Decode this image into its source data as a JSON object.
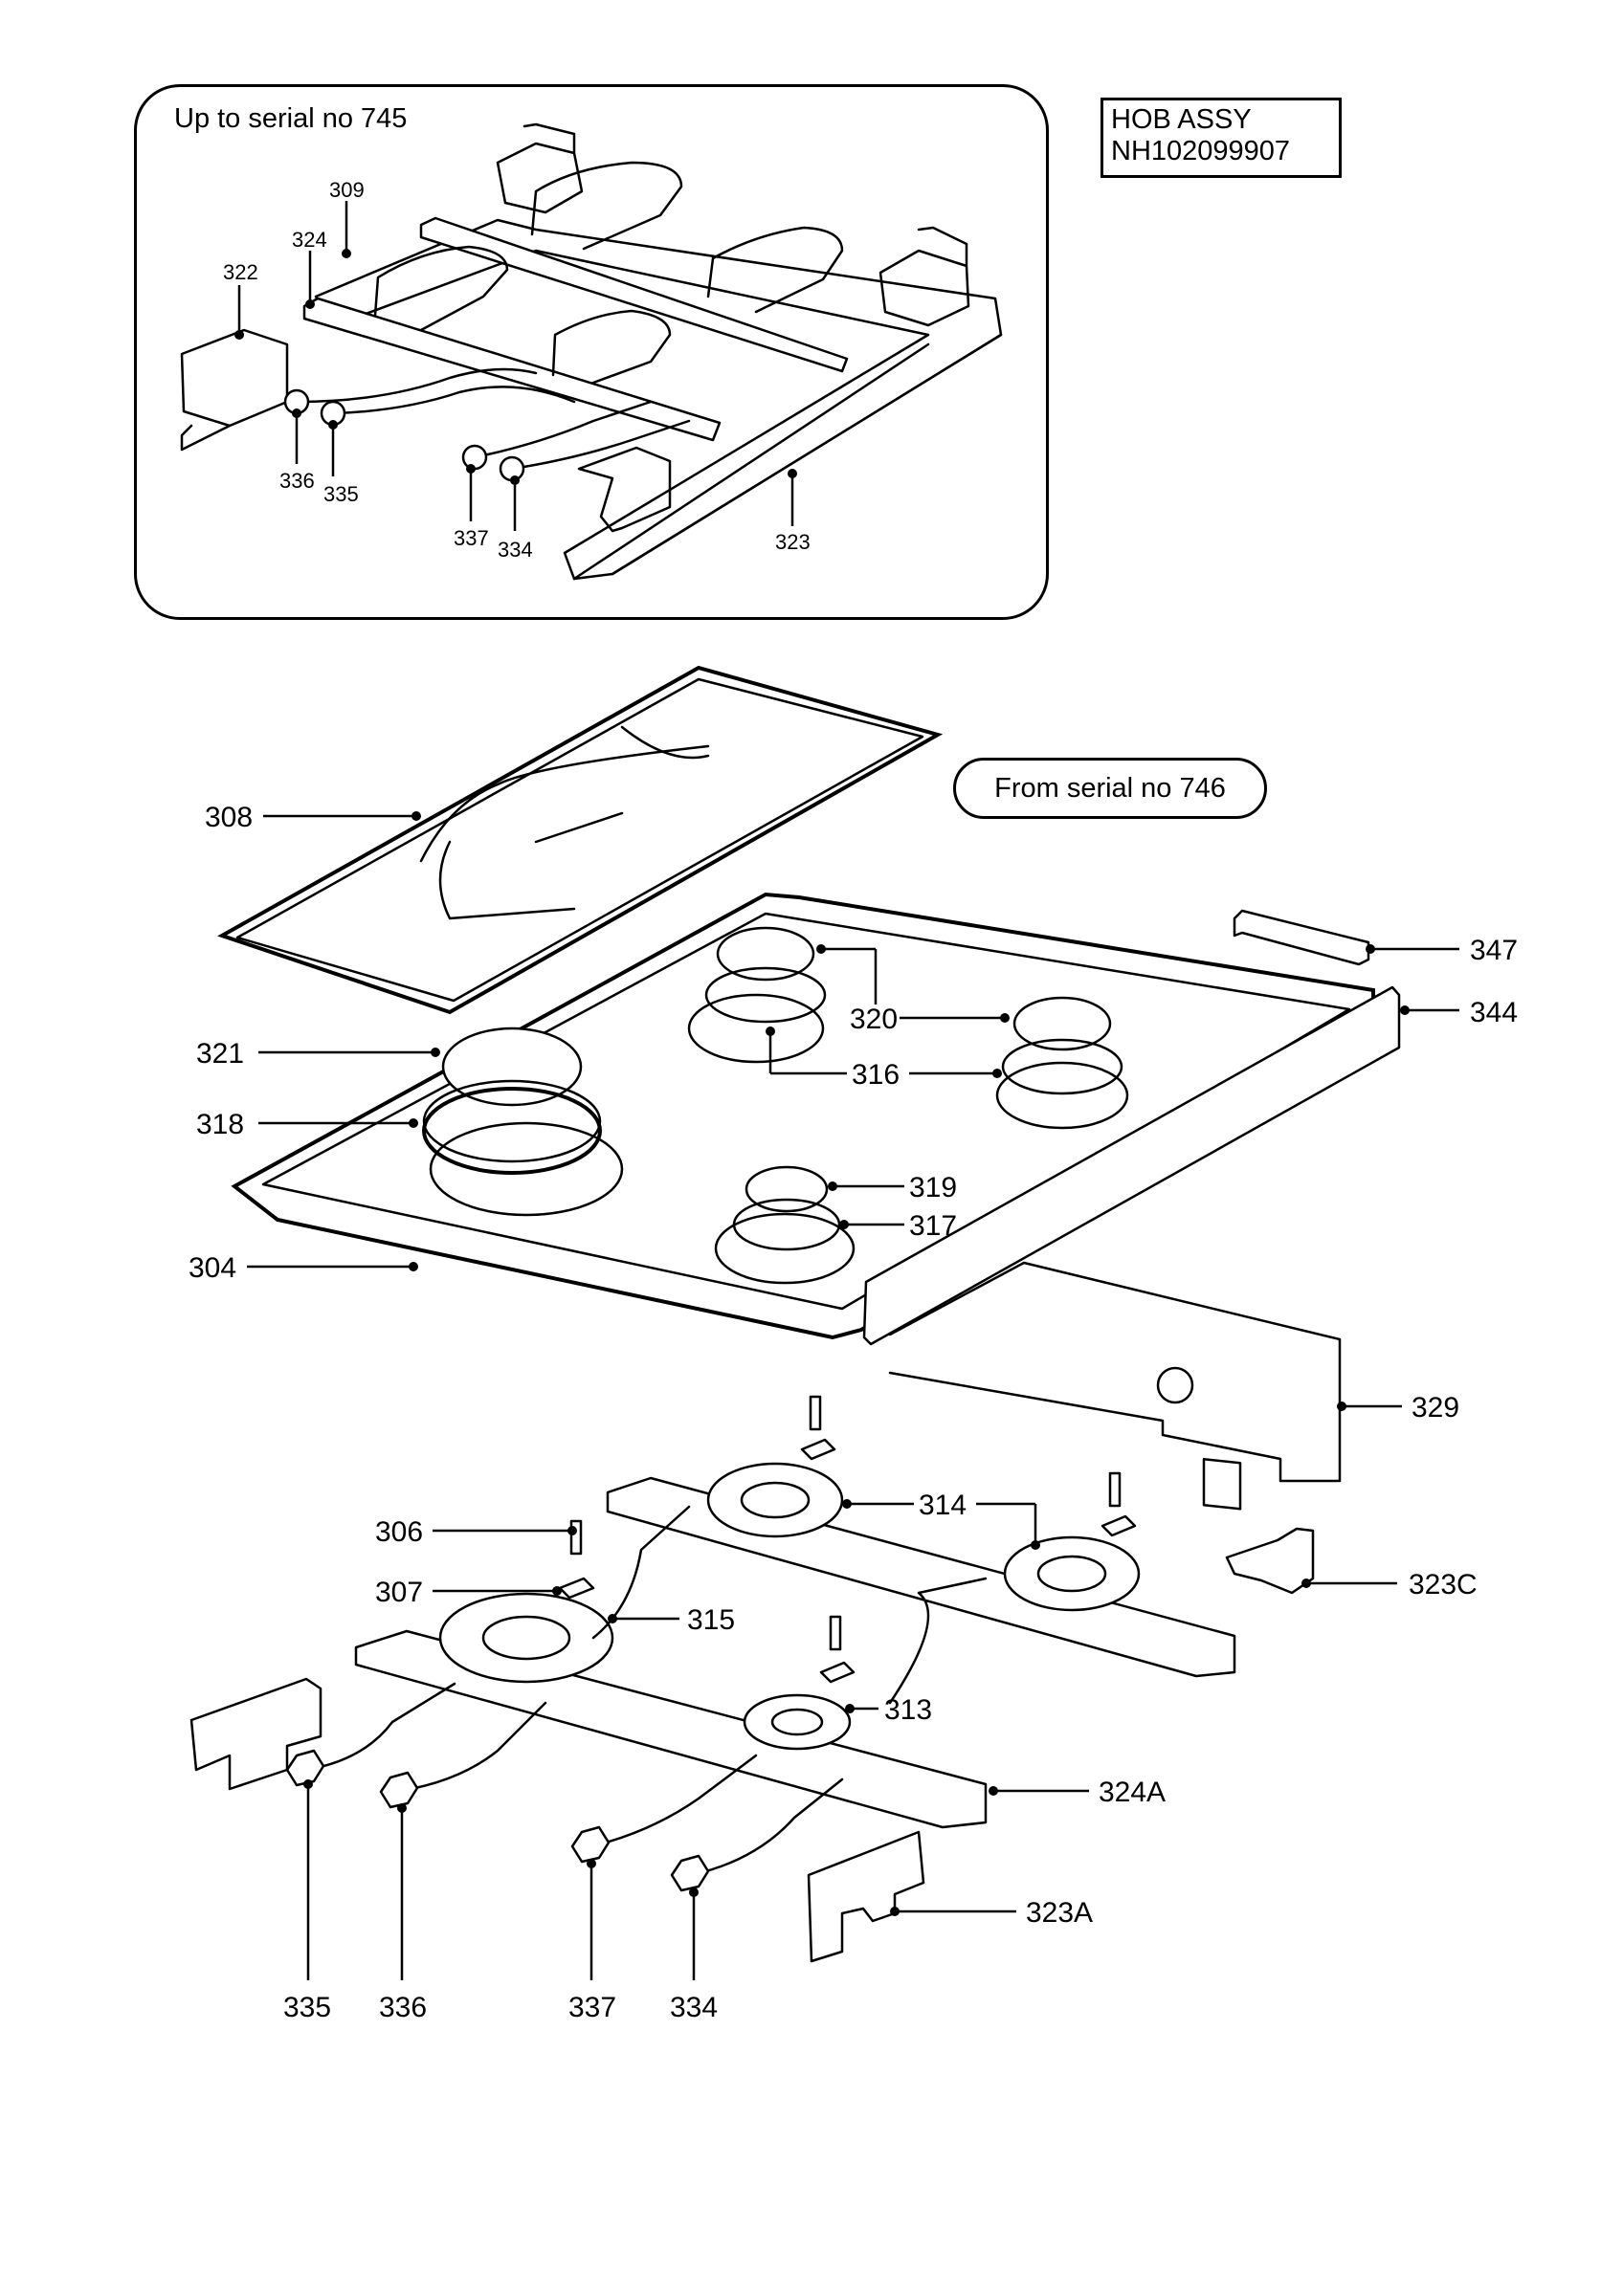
{
  "title": {
    "line1": "HOB ASSY",
    "line2": "NH102099907"
  },
  "inset_label": "Up to serial no 745",
  "main_label": "From serial no 746",
  "inset_callouts": [
    "309",
    "324",
    "322",
    "336",
    "335",
    "337",
    "334",
    "323"
  ],
  "main_callouts": [
    "308",
    "347",
    "344",
    "320",
    "321",
    "316",
    "318",
    "319",
    "317",
    "304",
    "329",
    "306",
    "314",
    "307",
    "315",
    "323C",
    "313",
    "324A",
    "323A",
    "335",
    "336",
    "337",
    "334"
  ]
}
